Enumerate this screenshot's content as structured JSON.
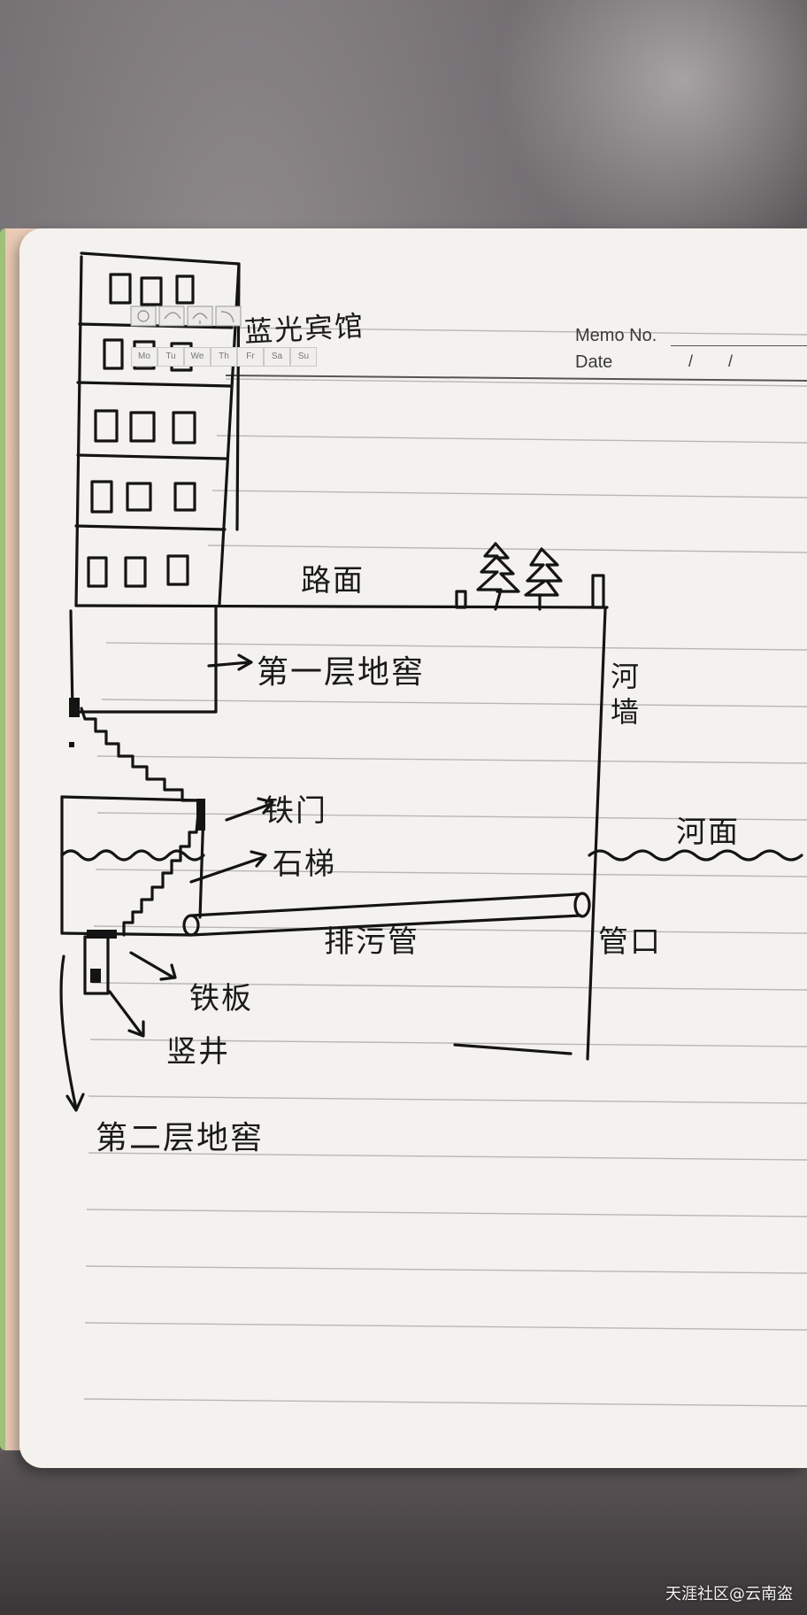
{
  "header": {
    "memo_label": "Memo No.",
    "date_label": "Date",
    "date_separators": "/        /"
  },
  "weekdays": [
    "Mo",
    "Tu",
    "We",
    "Th",
    "Fr",
    "Sa",
    "Su"
  ],
  "labels": {
    "hotel": "蓝光宾馆",
    "road": "路面",
    "basement_1": "第一层地窖",
    "river_wall": "河墙",
    "iron_door": "铁门",
    "stone_stairs": "石梯",
    "river_surface": "河面",
    "sewer_pipe": "排污管",
    "pipe_mouth": "管口",
    "iron_plate": "铁板",
    "vertical_shaft": "竖井",
    "basement_2": "第二层地窖"
  },
  "watermark": "天涯社区@云南盗"
}
